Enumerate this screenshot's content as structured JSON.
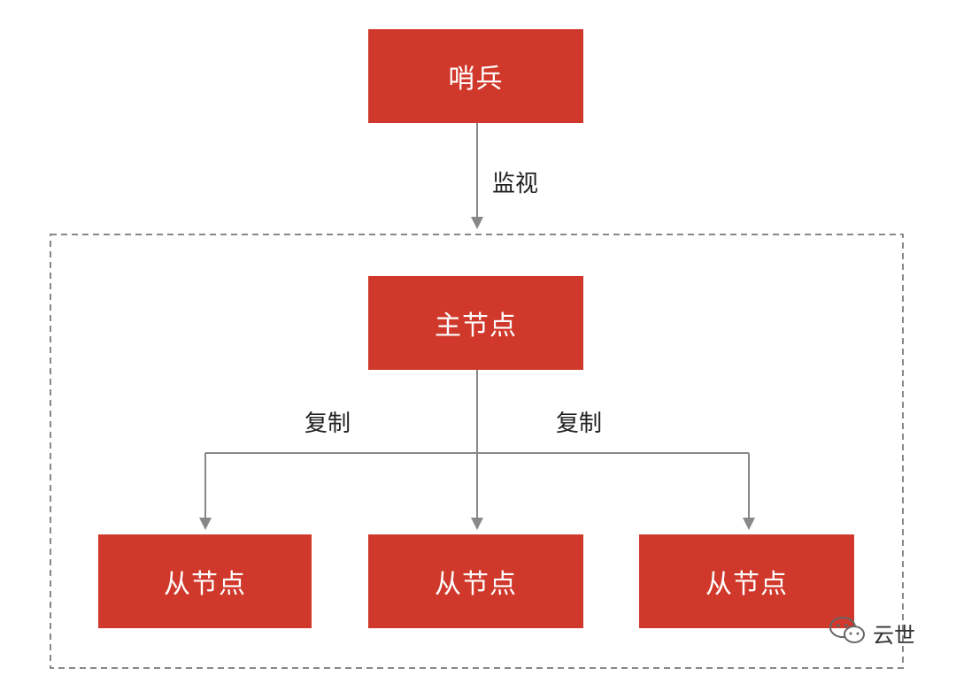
{
  "nodes": {
    "sentinel": "哨兵",
    "master": "主节点",
    "slaves": [
      "从节点",
      "从节点",
      "从节点"
    ]
  },
  "edges": {
    "monitor_label": "监视",
    "replicate_left_label": "复制",
    "replicate_right_label": "复制"
  },
  "colors": {
    "node_fill": "#d0382b",
    "node_text": "#ffffff",
    "line": "#888888",
    "dashed_border": "#888888"
  },
  "watermark": {
    "icon": "wechat-icon",
    "text": "云世"
  }
}
